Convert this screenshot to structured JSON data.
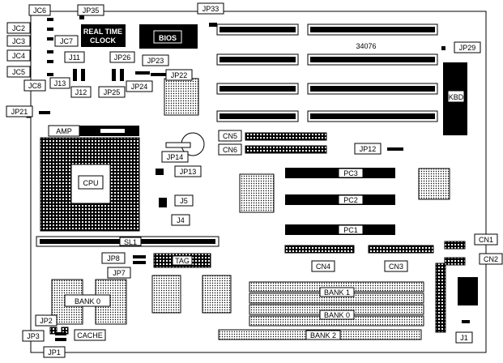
{
  "board": {
    "model_number": "34076",
    "chips": {
      "rtc_line1": "REAL TIME",
      "rtc_line2": "CLOCK",
      "bios": "BIOS",
      "amp": "AMP",
      "cpu": "CPU",
      "kbd": "KBD",
      "tag": "TAG"
    },
    "labels": {
      "JC6": "JC6",
      "JP35": "JP35",
      "JP33": "JP33",
      "JC2": "JC2",
      "JC3": "JC3",
      "JC7": "JC7",
      "JC4": "JC4",
      "JC5": "JC5",
      "JC8": "JC8",
      "J11": "J11",
      "JP26": "JP26",
      "JP23": "JP23",
      "JP22": "JP22",
      "J13": "J13",
      "J12": "J12",
      "JP25": "JP25",
      "JP24": "JP24",
      "JP29": "JP29",
      "JP21": "JP21",
      "CN5": "CN5",
      "CN6": "CN6",
      "JP12": "JP12",
      "JP14": "JP14",
      "JP13": "JP13",
      "PC3": "PC3",
      "PC2": "PC2",
      "PC1": "PC1",
      "J5": "J5",
      "J4": "J4",
      "SL1": "SL1",
      "JP8": "JP8",
      "JP7": "JP7",
      "CN4": "CN4",
      "CN3": "CN3",
      "CN1": "CN1",
      "CN2": "CN2",
      "BANK1": "BANK 1",
      "BANK0_SIMM": "BANK 0",
      "BANK0_CACHE": "BANK 0",
      "BANK2": "BANK 2",
      "JP2": "JP2",
      "JP3": "JP3",
      "CACHE": "CACHE",
      "J1": "J1",
      "JP1": "JP1"
    }
  }
}
